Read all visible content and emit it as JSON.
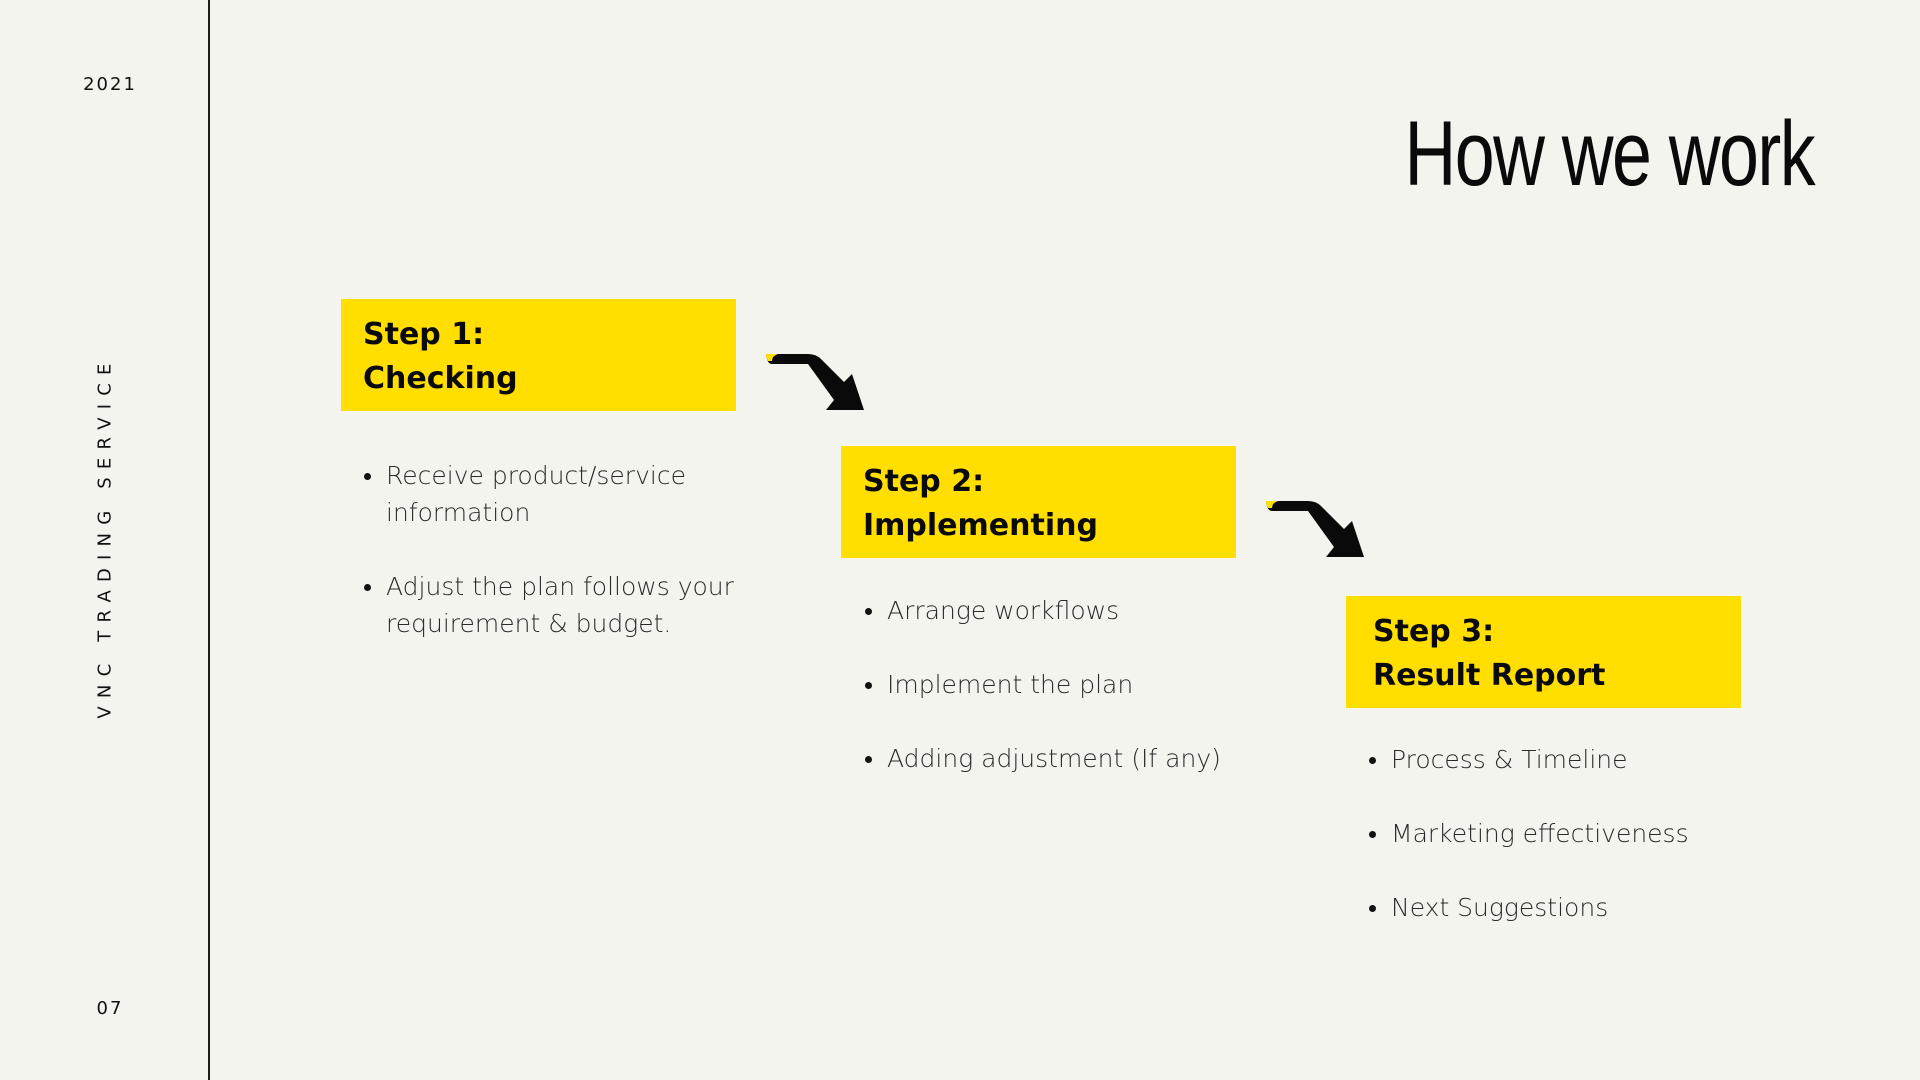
{
  "sidebar": {
    "year": "2021",
    "brand": "VNC TRADING SERVICE",
    "page_number": "07"
  },
  "main": {
    "title": "How we work",
    "steps": [
      {
        "label": "Step 1:",
        "name": "Checking",
        "bullets": [
          "Receive product/service information",
          "Adjust the plan follows your requirement & budget."
        ]
      },
      {
        "label": "Step 2:",
        "name": "Implementing",
        "bullets": [
          "Arrange workflows",
          "Implement the plan",
          "Adding adjustment (If any)"
        ]
      },
      {
        "label": "Step 3:",
        "name": "Result Report",
        "bullets": [
          "Process & Timeline",
          "Marketing effectiveness",
          "Next Suggestions"
        ]
      }
    ]
  },
  "colors": {
    "background": "#f4f4ef",
    "accent": "#ffde00",
    "text": "#111111"
  },
  "icons": [
    "arrow-down-right-icon",
    "arrow-down-right-icon"
  ]
}
